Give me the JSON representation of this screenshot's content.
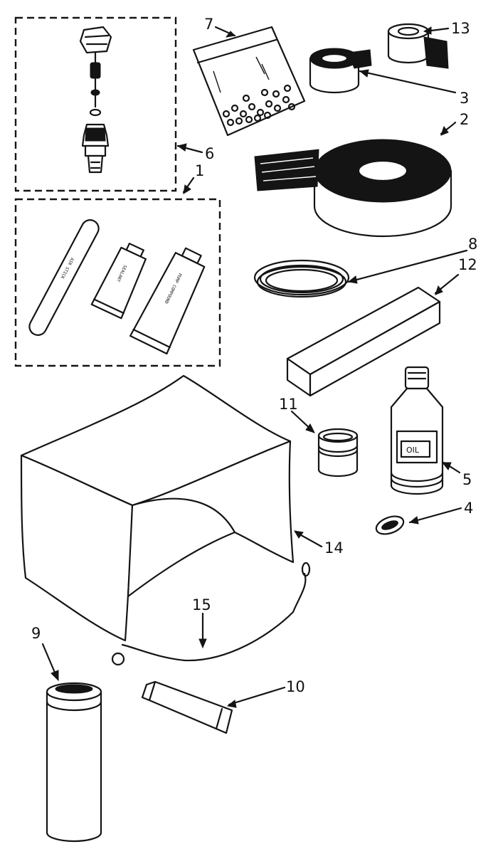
{
  "callouts": {
    "c1": "1",
    "c2": "2",
    "c3": "3",
    "c4": "4",
    "c5": "5",
    "c6": "6",
    "c7": "7",
    "c8": "8",
    "c9": "9",
    "c10": "10",
    "c11": "11",
    "c12": "12",
    "c13": "13",
    "c14": "14",
    "c15": "15"
  },
  "bottle_label": "OIL",
  "colors": {
    "ink": "#141414",
    "paper": "#ffffff"
  }
}
